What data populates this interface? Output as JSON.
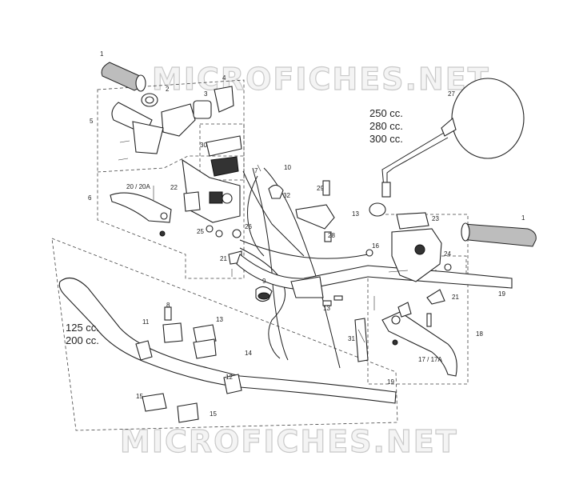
{
  "watermark": "MICROFICHES.NET",
  "notes": {
    "engine_top": [
      "250 cc.",
      "280 cc.",
      "300 cc."
    ],
    "engine_bottom": [
      "125 cc.",
      "200 cc."
    ]
  },
  "callouts": {
    "c1a": "1",
    "c2": "2",
    "c3": "3",
    "c4": "4",
    "c5": "5",
    "c6": "6",
    "c7": "7",
    "c8": "8",
    "c9": "9",
    "c10": "10",
    "c11": "11",
    "c12": "12",
    "c13a": "13",
    "c13b": "13",
    "c13c": "13",
    "c14": "14",
    "c15a": "15",
    "c15b": "15",
    "c16": "16",
    "c17": "17 / 17A",
    "c18": "18",
    "c19a": "19",
    "c19b": "19",
    "c20": "20 / 20A",
    "c21a": "21",
    "c21b": "21",
    "c22": "22",
    "c23": "23",
    "c24": "24",
    "c25": "25",
    "c26": "26",
    "c27": "27",
    "c28": "28",
    "c29": "29",
    "c30": "30",
    "c31": "31",
    "c32": "32",
    "c1b": "1"
  }
}
